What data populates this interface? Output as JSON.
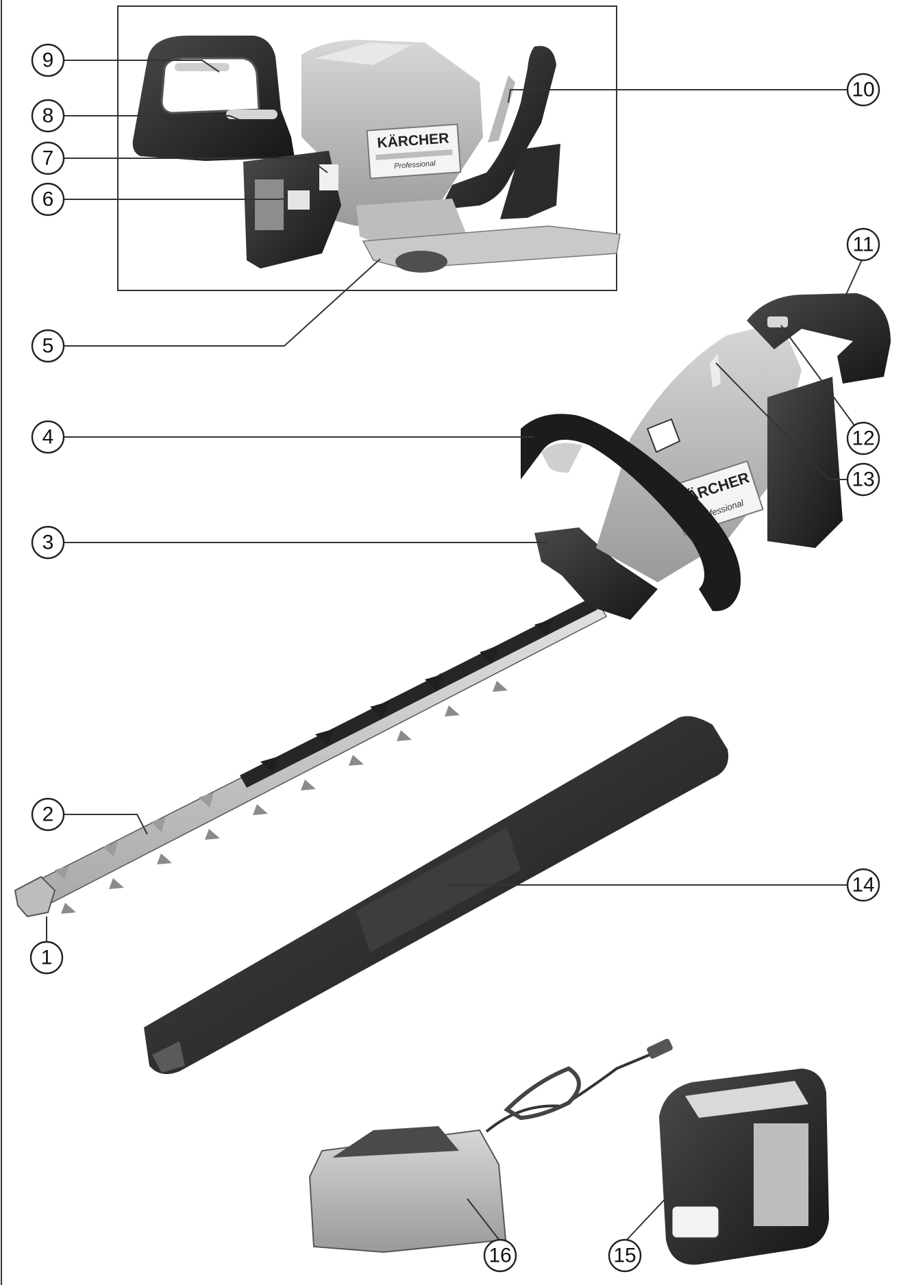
{
  "diagram": {
    "brand": "KÄRCHER",
    "brand_sub": "Professional",
    "callouts": [
      {
        "id": "1",
        "label": "1"
      },
      {
        "id": "2",
        "label": "2"
      },
      {
        "id": "3",
        "label": "3"
      },
      {
        "id": "4",
        "label": "4"
      },
      {
        "id": "5",
        "label": "5"
      },
      {
        "id": "6",
        "label": "6"
      },
      {
        "id": "7",
        "label": "7"
      },
      {
        "id": "8",
        "label": "8"
      },
      {
        "id": "9",
        "label": "9"
      },
      {
        "id": "10",
        "label": "10"
      },
      {
        "id": "11",
        "label": "11"
      },
      {
        "id": "12",
        "label": "12"
      },
      {
        "id": "13",
        "label": "13"
      },
      {
        "id": "14",
        "label": "14"
      },
      {
        "id": "15",
        "label": "15"
      },
      {
        "id": "16",
        "label": "16"
      }
    ]
  }
}
